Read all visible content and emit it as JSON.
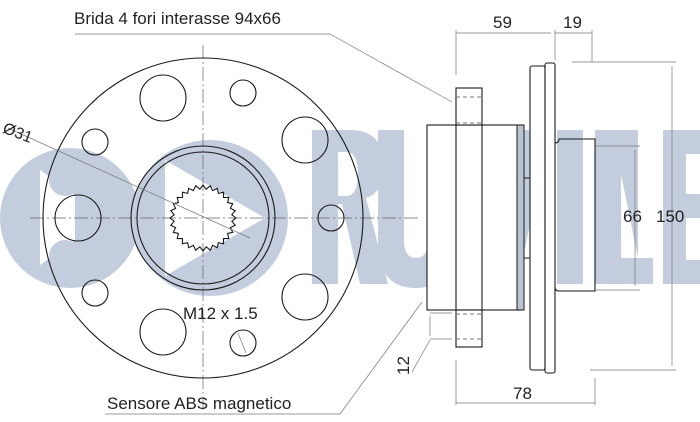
{
  "drawing": {
    "title": "Wheel hub bearing technical drawing",
    "watermark": {
      "text": "RUVILLE",
      "color": "#c3cddd"
    },
    "callouts": {
      "flange": "Brida 4 fori interasse 94x66",
      "diameter": "Ø31",
      "thread": "M12 x 1.5",
      "sensor": "Sensore ABS magnetico"
    },
    "dimensions": {
      "top_left": "59",
      "top_right": "19",
      "inner_height": "66",
      "outer_height": "150",
      "bottom_width": "78",
      "left_offset": "12"
    },
    "colors": {
      "line": "#1a1a1a",
      "dimension_line": "#777777",
      "watermark": "#c3cddd",
      "background": "#ffffff"
    }
  }
}
